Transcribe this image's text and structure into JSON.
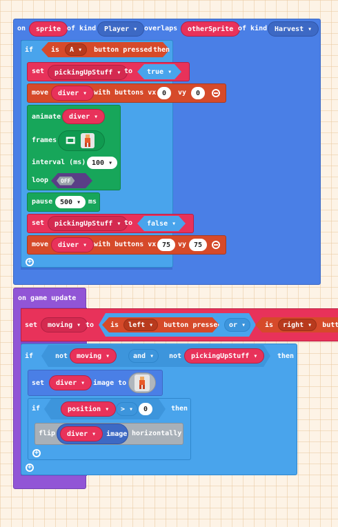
{
  "overlap_event": {
    "on": "on",
    "sprite": "sprite",
    "of_kind": "of kind",
    "kind1": "Player",
    "overlaps": "overlaps",
    "other": "otherSprite",
    "of_kind2": "of kind",
    "kind2": "Harvest"
  },
  "if1": {
    "if": "if",
    "is": "is",
    "button": "A",
    "pressed": "button pressed",
    "then": "then"
  },
  "set1": {
    "set": "set",
    "var": "pickingUpStuff",
    "to": "to",
    "value": "true"
  },
  "move1": {
    "move": "move",
    "sprite": "diver",
    "with": "with buttons vx",
    "vx": "0",
    "vy_label": "vy",
    "vy": "0"
  },
  "animate": {
    "label": "animate",
    "sprite": "diver",
    "frames": "frames",
    "interval_label": "interval (ms)",
    "interval": "100",
    "loop": "loop",
    "loop_value": "OFF"
  },
  "pause": {
    "label": "pause",
    "value": "500",
    "unit": "ms"
  },
  "set2": {
    "set": "set",
    "var": "pickingUpStuff",
    "to": "to",
    "value": "false"
  },
  "move2": {
    "move": "move",
    "sprite": "diver",
    "with": "with buttons vx",
    "vx": "75",
    "vy_label": "vy",
    "vy": "75"
  },
  "game_update": {
    "label": "on game update"
  },
  "set3": {
    "set": "set",
    "var": "moving",
    "to": "to",
    "is": "is",
    "dir1": "left",
    "pressed": "button pressed",
    "op": "or",
    "is2": "is",
    "dir2": "right",
    "pressed2": "butto"
  },
  "if2": {
    "if": "if",
    "not1": "not",
    "var1": "moving",
    "and": "and",
    "not2": "not",
    "var2": "pickingUpStuff",
    "then": "then"
  },
  "set4": {
    "set": "set",
    "sprite": "diver",
    "image_to": "image to"
  },
  "if3": {
    "if": "if",
    "prop": "position",
    "op": ">",
    "value": "0",
    "then": "then"
  },
  "flip": {
    "flip": "flip",
    "sprite": "diver",
    "image": "image",
    "horizontally": "horizontally"
  },
  "colors": {
    "events_blue": "#4a7fe6",
    "logic_blue": "#49a4ec",
    "sprite_red": "#e8325a",
    "controller_orange": "#d64a2a",
    "animation_green": "#17a65a",
    "game_purple": "#9155d6"
  }
}
